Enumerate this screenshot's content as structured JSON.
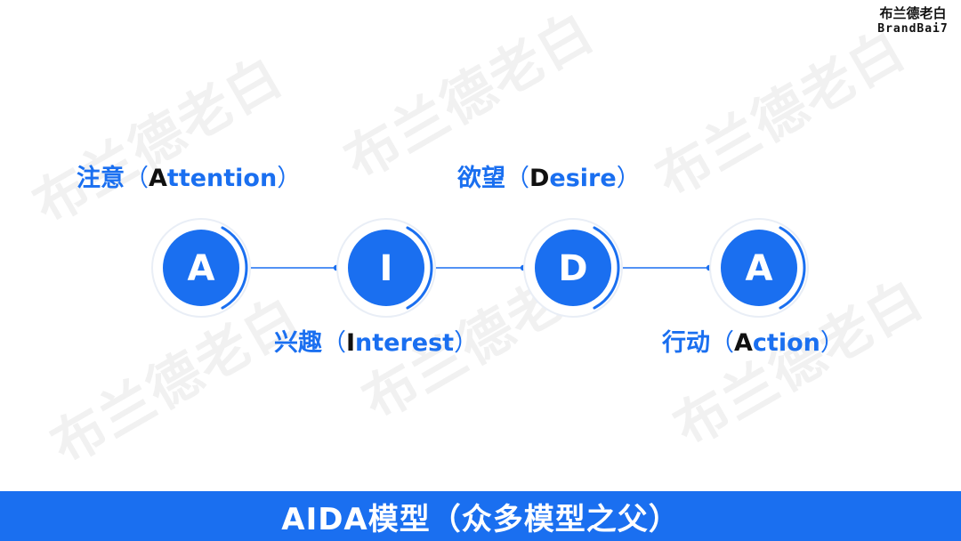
{
  "logo": {
    "cn": "布兰德老白",
    "en": "BrandBai7"
  },
  "watermark": {
    "text": "布兰德老白"
  },
  "colors": {
    "accent": "#1a6ff0",
    "ring": "#1a6ff0",
    "halo": "#e9eef6",
    "text_dark": "#111111"
  },
  "stages": [
    {
      "letter": "A",
      "cn": "注意",
      "open": "（",
      "en_first": "A",
      "en_rest": "ttention",
      "close": "）"
    },
    {
      "letter": "I",
      "cn": "兴趣",
      "open": "（",
      "en_first": "I",
      "en_rest": "nterest",
      "close": "）"
    },
    {
      "letter": "D",
      "cn": "欲望",
      "open": "（",
      "en_first": "D",
      "en_rest": "esire",
      "close": "）"
    },
    {
      "letter": "A",
      "cn": "行动",
      "open": "（",
      "en_first": "A",
      "en_rest": "ction",
      "close": "）"
    }
  ],
  "footer": {
    "title": "AIDA模型（众多模型之父）"
  }
}
